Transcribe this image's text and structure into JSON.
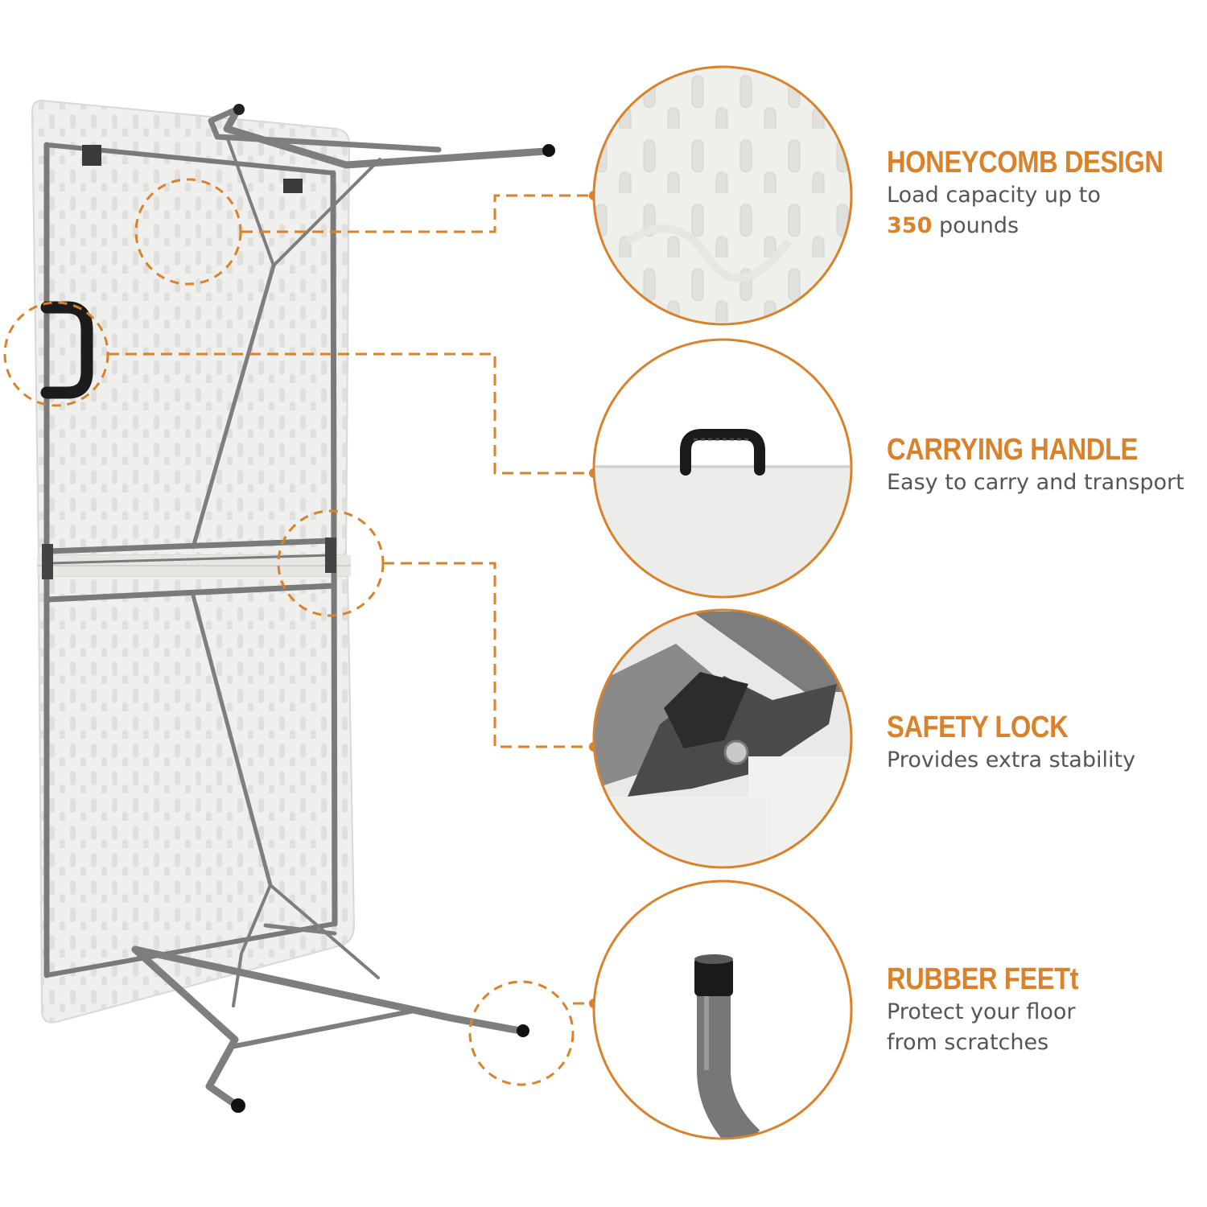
{
  "colors": {
    "accent": "#D9822B",
    "text": "#555555",
    "frame": "#777777",
    "tabletop": "#EFEFED"
  },
  "features": [
    {
      "title": "HONEYCOMB DESIGN",
      "desc_line1": "Load capacity up to",
      "desc_highlight": "350",
      "desc_line2_rest": " pounds",
      "detail_icon": "honeycomb-texture-icon"
    },
    {
      "title": "CARRYING HANDLE",
      "desc_line1": "Easy to carry and transport",
      "detail_icon": "carry-handle-icon"
    },
    {
      "title": "SAFETY LOCK",
      "desc_line1": "Provides extra stability",
      "detail_icon": "safety-lock-icon"
    },
    {
      "title": "RUBBER FEETt",
      "desc_line1": "Protect your floor",
      "desc_line2": "from scratches",
      "detail_icon": "rubber-foot-icon"
    }
  ]
}
